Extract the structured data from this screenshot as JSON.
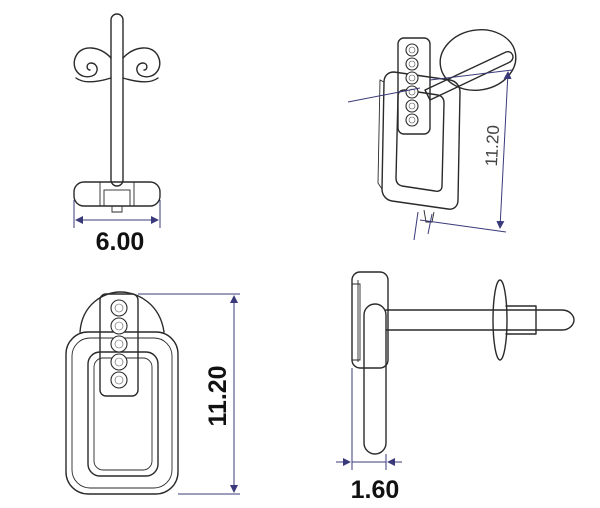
{
  "dimensions": {
    "top_left_width": "6.00",
    "top_right_height": "11.20",
    "bottom_left_height": "11.20",
    "bottom_right_depth": "1.60"
  },
  "colors": {
    "outline": "#2a2a2a",
    "dimension_line": "#3a3a7a",
    "text": "#111111"
  }
}
